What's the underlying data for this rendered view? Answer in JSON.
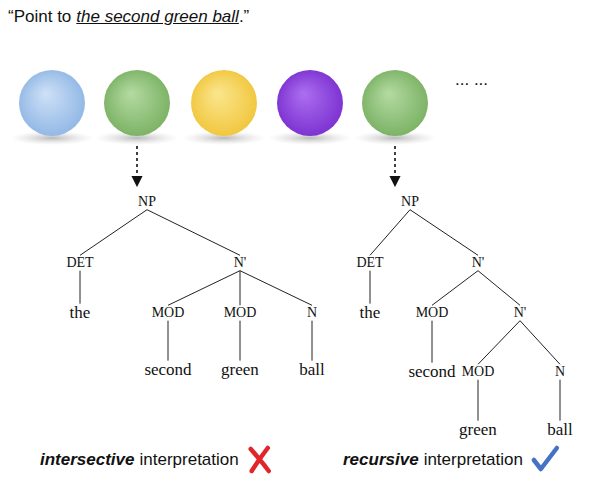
{
  "diagram": {
    "nodes": [
      {
        "text": [
          "NP"
        ]
      },
      {
        "text": [
          "DET"
        ]
      },
      {
        "text": [
          "N'"
        ]
      },
      {
        "text": [
          "the"
        ]
      },
      {
        "text": [
          "MOD"
        ]
      },
      {
        "text": [
          "MOD"
        ]
      },
      {
        "text": [
          "N"
        ]
      },
      {
        "text": [
          "second"
        ]
      },
      {
        "text": [
          "green"
        ]
      },
      {
        "text": [
          "ball"
        ]
      },
      {
        "text": [
          "NP"
        ]
      },
      {
        "text": [
          "DET"
        ]
      },
      {
        "text": [
          "N'"
        ]
      },
      {
        "text": [
          "the"
        ]
      },
      {
        "text": [
          "MOD"
        ]
      },
      {
        "text": [
          "N'"
        ]
      },
      {
        "text": [
          "second"
        ]
      },
      {
        "text": [
          "MOD"
        ]
      },
      {
        "text": [
          "N"
        ]
      },
      {
        "text": [
          "green"
        ]
      },
      {
        "text": [
          "ball"
        ]
      }
    ],
    "edges": [
      {
        "from": 0,
        "to": 1,
        "arrow": "none"
      },
      {
        "from": 0,
        "to": 2,
        "arrow": "none"
      },
      {
        "from": 1,
        "to": 3,
        "arrow": "none"
      },
      {
        "from": 2,
        "to": 4,
        "arrow": "none"
      },
      {
        "from": 2,
        "to": 5,
        "arrow": "none"
      },
      {
        "from": 2,
        "to": 6,
        "arrow": "none"
      },
      {
        "from": 4,
        "to": 7,
        "arrow": "none"
      },
      {
        "from": 5,
        "to": 8,
        "arrow": "none"
      },
      {
        "from": 6,
        "to": 9,
        "arrow": "none"
      },
      {
        "from": 10,
        "to": 11,
        "arrow": "none"
      },
      {
        "from": 10,
        "to": 12,
        "arrow": "none"
      },
      {
        "from": 11,
        "to": 13,
        "arrow": "none"
      },
      {
        "from": 12,
        "to": 14,
        "arrow": "none"
      },
      {
        "from": 12,
        "to": 15,
        "arrow": "none"
      },
      {
        "from": 14,
        "to": 16,
        "arrow": "none"
      },
      {
        "from": 15,
        "to": 17,
        "arrow": "none"
      },
      {
        "from": 15,
        "to": 18,
        "arrow": "none"
      },
      {
        "from": 17,
        "to": 19,
        "arrow": "none"
      },
      {
        "from": 18,
        "to": 20,
        "arrow": "none"
      }
    ],
    "labels": [
      "“Point to",
      "the second green ball",
      ".”",
      "... ...",
      "intersective",
      "interpretation",
      "recursive",
      "interpretation"
    ]
  }
}
